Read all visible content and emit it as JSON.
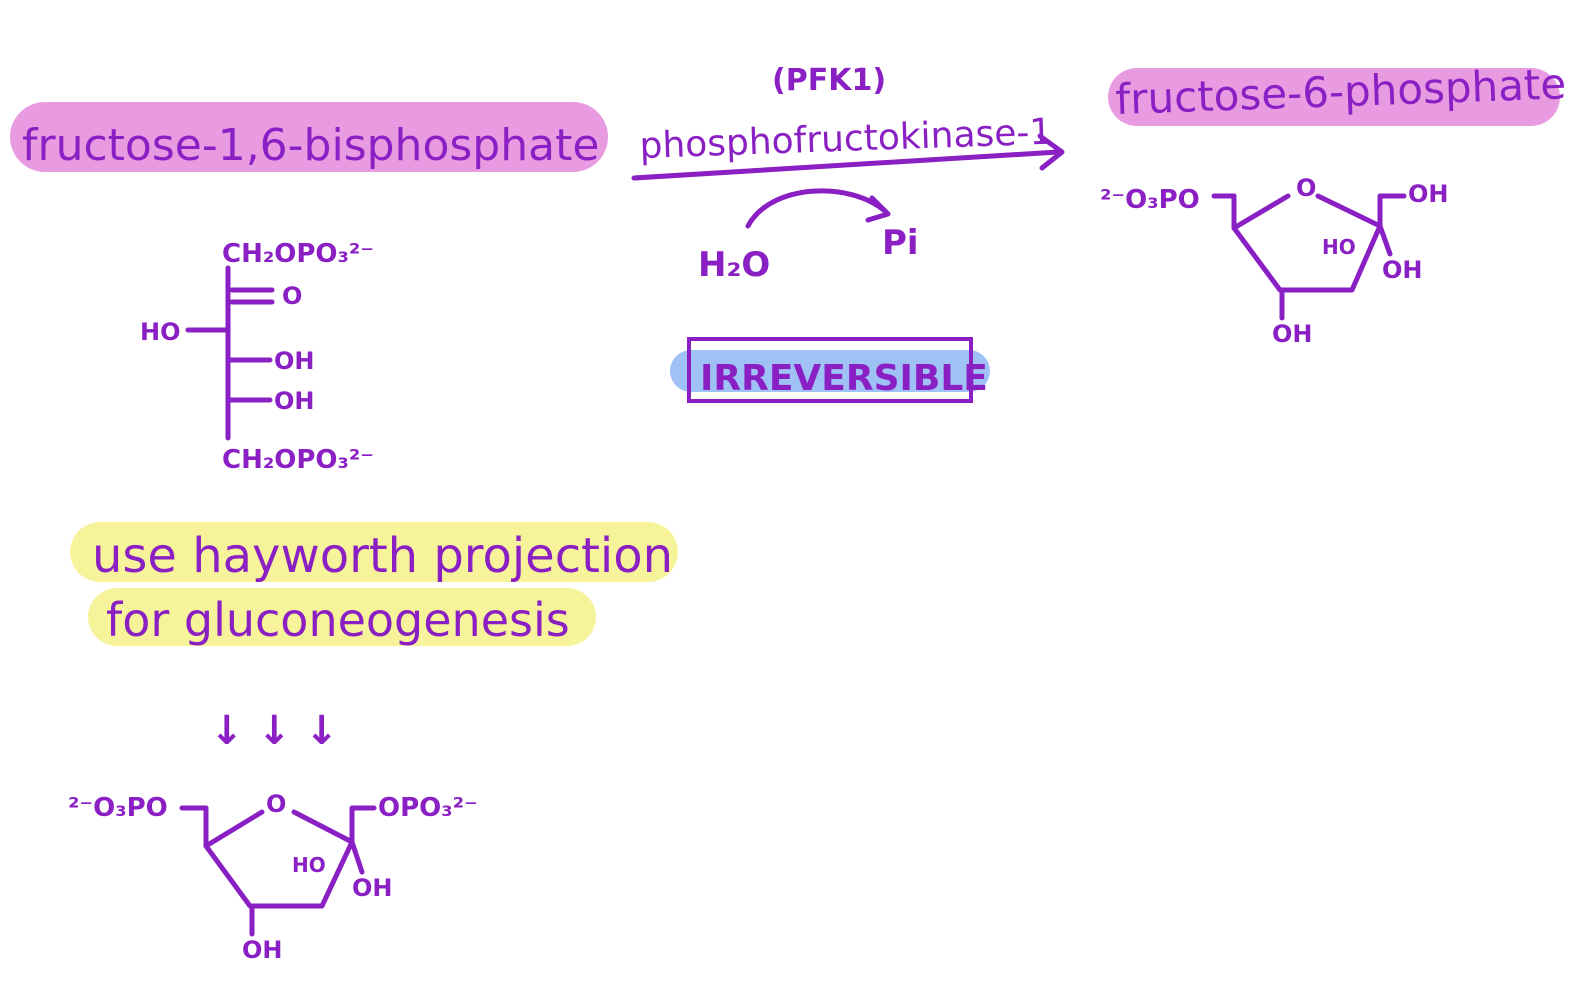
{
  "colors": {
    "ink": "#8a1fc4",
    "highlight_pink": "#e89be0",
    "highlight_yellow": "#f7f39a",
    "highlight_blue": "#9fc1f5"
  },
  "reactant": {
    "name": "fructose-1,6-bisphosphate",
    "fischer": {
      "top": "CH₂OPO₃²⁻",
      "carbonyl": "O",
      "left_ho": "HO",
      "oh1": "OH",
      "oh2": "OH",
      "bottom": "CH₂OPO₃²⁻"
    }
  },
  "enzyme": {
    "abbr": "(PFK1)",
    "name": "phosphofructokinase-1",
    "water": "H₂O",
    "phosphate": "Pi",
    "note": "IRREVERSIBLE"
  },
  "product": {
    "name": "fructose-6-phosphate",
    "ring": {
      "left_group": "²⁻O₃PO",
      "ring_o": "O",
      "right_top": "OH",
      "inner_ho": "HO",
      "right_oh": "OH",
      "bottom_oh": "OH"
    }
  },
  "note": {
    "line1": "use hayworth projection",
    "line2": "for gluconeogenesis",
    "arrows": "↓ ↓ ↓"
  },
  "haworth_bisphosphate": {
    "left_group": "²⁻O₃PO",
    "ring_o": "O",
    "right_group": "OPO₃²⁻",
    "inner_ho": "HO",
    "right_oh": "OH",
    "bottom_oh": "OH"
  }
}
